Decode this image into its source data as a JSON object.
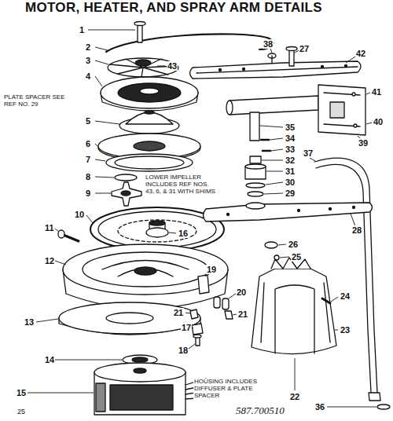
{
  "diagram": {
    "title": "MOTOR, HEATER, AND SPRAY ARM DETAILS",
    "labels": [
      "1",
      "2",
      "3",
      "43",
      "4",
      "PLATE SPACER SEE REF NO. 29",
      "5",
      "6",
      "7",
      "8",
      "LOWER IMPELLER INCLUDES REF NOS. 43, 6, & 31 WITH SHIMS",
      "9",
      "10",
      "11",
      "16",
      "12",
      "19",
      "20",
      "13",
      "21",
      "21",
      "17",
      "18",
      "14",
      "15",
      "HOUSING INCLUDES DIFFUSER & PLATE SPACER",
      "22",
      "23",
      "24",
      "38",
      "27",
      "42",
      "41",
      "40",
      "39",
      "35",
      "34",
      "33",
      "32",
      "31",
      "30",
      "29",
      "37",
      "28",
      "26",
      "25",
      "36",
      "25",
      "587.700510"
    ]
  }
}
